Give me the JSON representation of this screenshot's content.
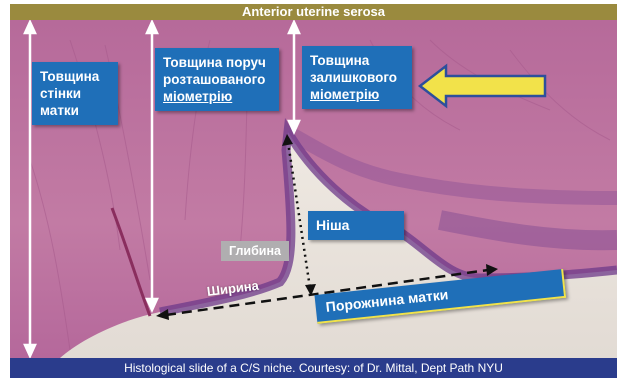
{
  "top_banner": "Anterior uterine serosa",
  "bottom_caption": "Histological slide of a C/S niche.   Courtesy: of Dr. Mittal, Dept Path NYU",
  "labels": {
    "wall_thickness": [
      "Товщина",
      "стінки",
      "матки"
    ],
    "adjacent_myometrium": [
      "Товщина поруч",
      "розташованого",
      "міометрію"
    ],
    "residual_myometrium": [
      "Товщина",
      "залишкового",
      "міометрію"
    ],
    "niche": "Ніша",
    "depth": "Глибина",
    "width": "Ширина",
    "uterine_cavity": "Порожнина матки"
  },
  "colors": {
    "tissue": "#b86f9a",
    "tissue_dark": "#6e3a8a",
    "label_box": "#1f6fb8",
    "arrow": "#f2e24a",
    "banner_top": "#9a8a3e",
    "banner_bottom": "#2a3c8c"
  }
}
